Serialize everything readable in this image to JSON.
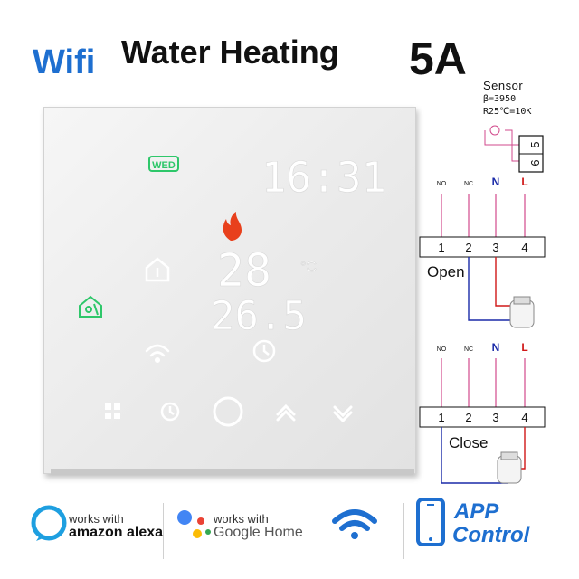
{
  "header": {
    "wifi_label": "Wifi",
    "title": "Water Heating",
    "current_rating": "5A"
  },
  "display": {
    "day": "WED",
    "clock": "16:31",
    "room_temp": "28",
    "temp_unit": "°C",
    "set_temp": "26.5"
  },
  "sensor": {
    "title": "Sensor",
    "beta": "β=3950",
    "r25": "R25℃=10K",
    "terminals": [
      "5",
      "6"
    ]
  },
  "wiring": {
    "inputs": [
      "NO",
      "NC",
      "N",
      "L"
    ],
    "terminals": [
      "1",
      "2",
      "3",
      "4"
    ],
    "open_label": "Open",
    "close_label": "Close"
  },
  "badges": {
    "alexa_works": "works with",
    "alexa_brand": "amazon alexa",
    "google_works": "works with",
    "google_brand": "Google Home",
    "app_line1": "APP",
    "app_line2": "Control"
  },
  "colors": {
    "brand_blue": "#1e6fd0",
    "flame": "#e8401c",
    "active_green": "#2ec76a",
    "wire_pink": "#d24a8c",
    "wire_red": "#d01818",
    "wire_blue": "#1a2aa8"
  }
}
